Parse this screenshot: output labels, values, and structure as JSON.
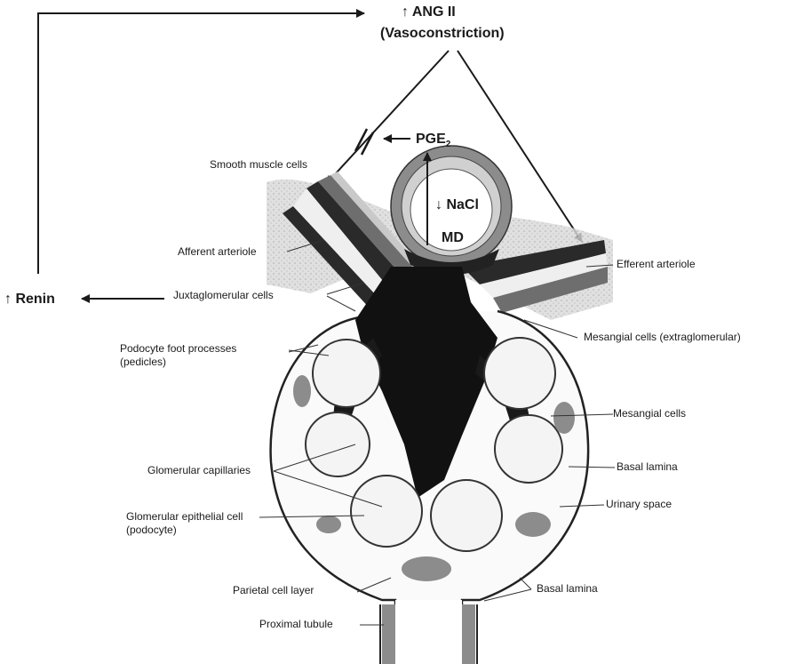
{
  "top": {
    "ang_ii": "↑ ANG II",
    "vasoconstriction": "(Vasoconstriction)"
  },
  "pge2": {
    "base": "PGE",
    "sub": "2"
  },
  "nacl": "↓ NaCl",
  "md": "MD",
  "renin": "↑ Renin",
  "labels": {
    "smooth_muscle": "Smooth muscle cells",
    "afferent": "Afferent arteriole",
    "efferent": "Efferent arteriole",
    "jg_cells": "Juxtaglomerular cells",
    "mesangial_extra": "Mesangial cells (extraglomerular)",
    "podocyte_fp_1": "Podocyte foot processes",
    "podocyte_fp_2": "(pedicles)",
    "mesangial": "Mesangial cells",
    "basal_lamina_1": "Basal lamina",
    "glom_cap": "Glomerular capillaries",
    "urinary_space": "Urinary space",
    "glom_epi_1": "Glomerular epithelial cell",
    "glom_epi_2": "(podocyte)",
    "parietal": "Parietal cell layer",
    "basal_lamina_2": "Basal lamina",
    "proximal": "Proximal tubule"
  },
  "colors": {
    "ink": "#1a1a1a",
    "mesangial_dark": "#111111",
    "tissue_gray": "#8c8c8c",
    "light_gray": "#c9c9c9",
    "capillary_fill": "#f4f4f4"
  }
}
